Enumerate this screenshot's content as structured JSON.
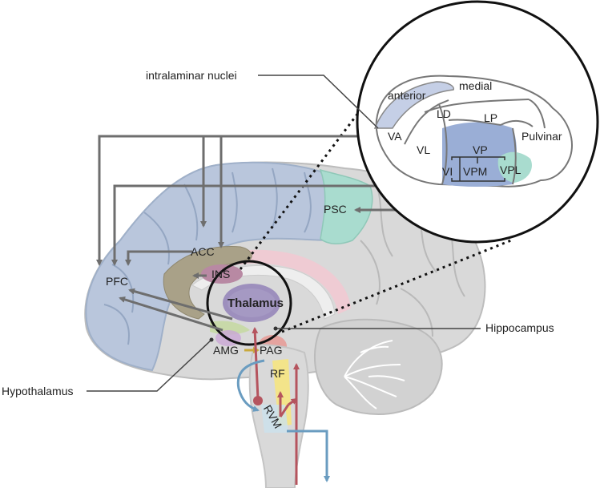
{
  "labels": {
    "intralaminar": "intralaminar nuclei",
    "hippocampus": "Hippocampus",
    "hypothalamus": "Hypothalamus",
    "thalamus": "Thalamus",
    "pfc": "PFC",
    "acc": "ACC",
    "ins": "INS",
    "psc": "PSC",
    "amg": "AMG",
    "pag": "PAG",
    "rf": "RF",
    "rvm": "RVM"
  },
  "inset": {
    "anterior": "anterior",
    "medial": "medial",
    "ld": "LD",
    "lp": "LP",
    "va": "VA",
    "vl": "VL",
    "vp": "VP",
    "pulvinar": "Pulvinar",
    "vi": "VI",
    "vpm": "VPM",
    "vpl": "VPL"
  },
  "colors": {
    "cortex_blue": "#b9c6dc",
    "psc_teal": "#a9dccf",
    "acc_olive": "#a9a188",
    "ins_mauve": "#b889a3",
    "thalamus_purple": "#9d8fbd",
    "ascending_red": "#b5545e",
    "descending_blue": "#6a9cc0",
    "vp_blue": "#9aaed6",
    "arrow_gray": "#6e6e6e"
  }
}
